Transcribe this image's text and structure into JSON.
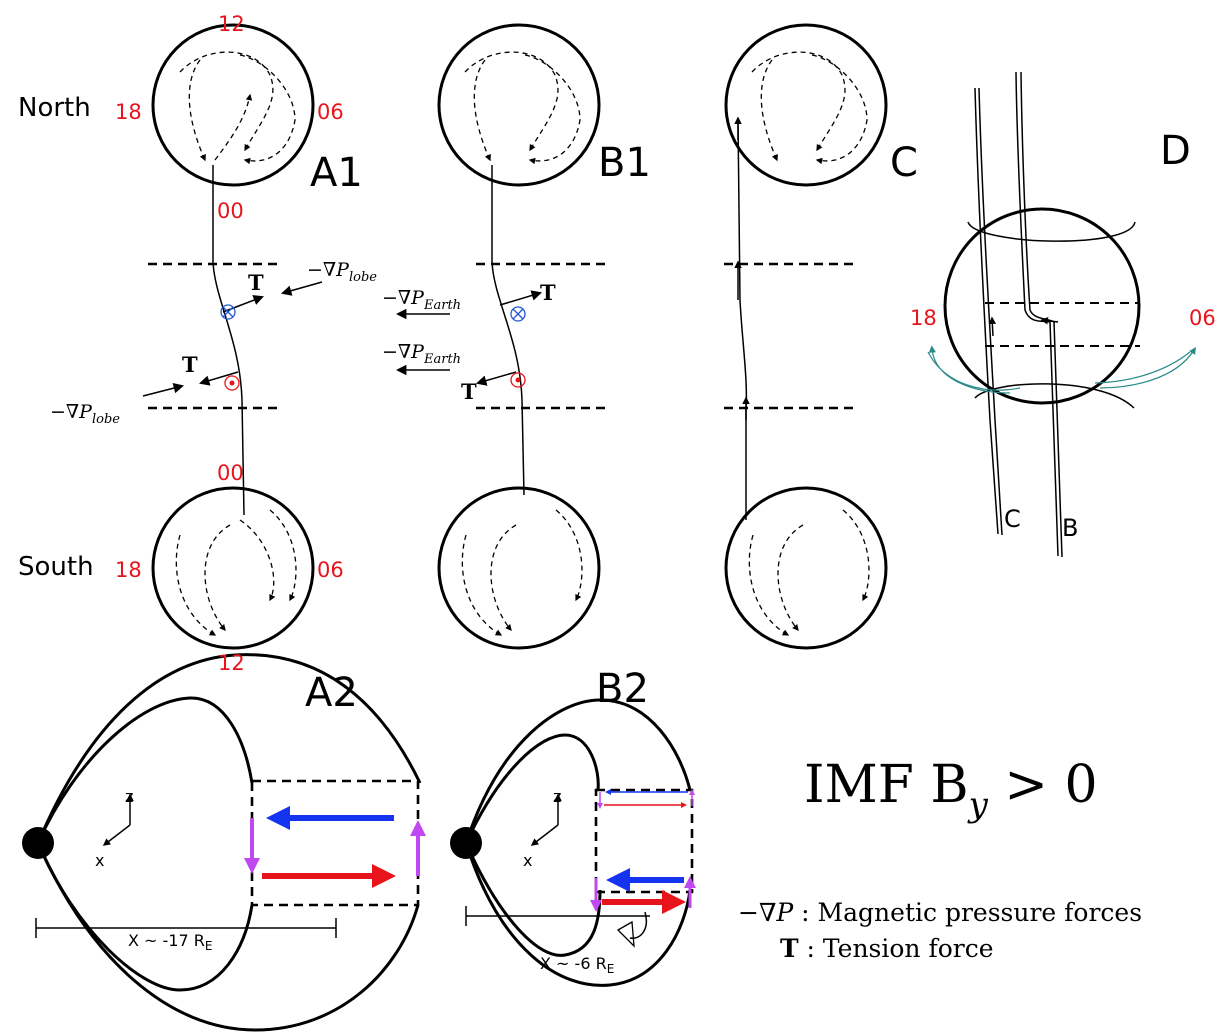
{
  "hemispheres": {
    "north": "North",
    "south": "South"
  },
  "clock": {
    "noon": "12",
    "dusk": "18",
    "dawn": "06",
    "midnight": "00"
  },
  "panels": {
    "a1": "A1",
    "b1": "B1",
    "c": "C",
    "d": "D",
    "a2": "A2",
    "b2": "B2"
  },
  "forces": {
    "grad_lobe": "−∇P",
    "grad_lobe_sub": "lobe",
    "grad_earth": "−∇P",
    "grad_earth_sub": "Earth",
    "tension": "T"
  },
  "panel_d": {
    "line_c": "C",
    "line_b": "B"
  },
  "axes": {
    "z": "z",
    "x": "x"
  },
  "distances": {
    "a2": "X ~ -17 R",
    "b2": "X ~ -6 R",
    "unit_sub": "E"
  },
  "imf": {
    "prefix": "IMF B",
    "sub": "y",
    "suffix": " > 0"
  },
  "legend": {
    "pressure_symbol": "−∇P",
    "pressure_text": " : Magnetic pressure forces",
    "tension_symbol": "T",
    "tension_text": " : Tension force"
  },
  "colors": {
    "clock_labels": "#e8141c",
    "blue_arrow": "#1434f0",
    "red_arrow": "#e8141c",
    "magenta_arrow": "#c048f0",
    "blue_circle_symbol": "#2457d6",
    "red_circle_symbol": "#e8141c",
    "teal_arcs": "#2a8a8a"
  }
}
